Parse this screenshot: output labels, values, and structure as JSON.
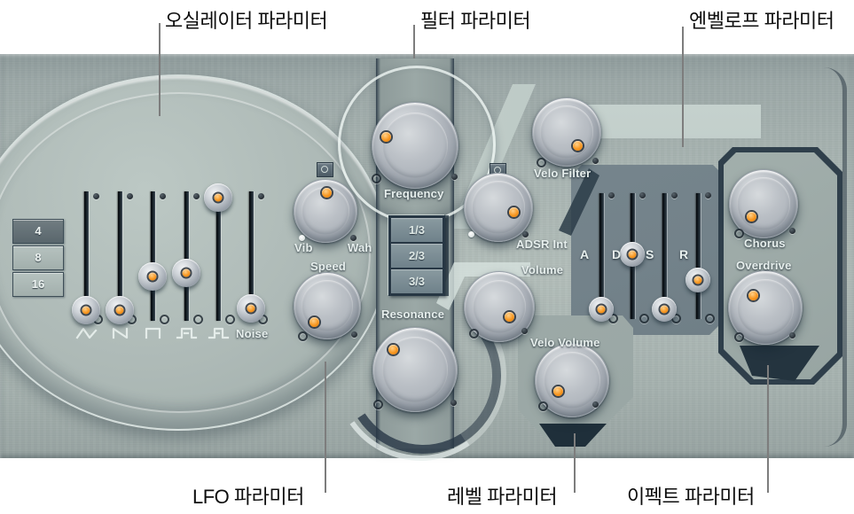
{
  "colors": {
    "led_orange": "#f8961f",
    "panel_gray": "#a9b5b2",
    "shadow_navy": "#2f3f4b",
    "annotation_line": "#7d7d7d"
  },
  "annotations": {
    "top": [
      {
        "label": "오실레이터 파라미터"
      },
      {
        "label": "필터 파라미터"
      },
      {
        "label": "엔벨로프 파라미터"
      }
    ],
    "bottom": [
      {
        "label": "LFO 파라미터"
      },
      {
        "label": "레벨 파라미터"
      },
      {
        "label": "이펙트 파라미터"
      }
    ]
  },
  "oscillator": {
    "octave_buttons": [
      {
        "label": "4",
        "selected": true
      },
      {
        "label": "8",
        "selected": false
      },
      {
        "label": "16",
        "selected": false
      }
    ],
    "wave_sliders": [
      {
        "wave": "triangle"
      },
      {
        "wave": "sawtooth"
      },
      {
        "wave": "square"
      },
      {
        "wave": "pulse-wide"
      },
      {
        "wave": "pulse-narrow"
      },
      {
        "wave": "noise",
        "label": "Noise"
      }
    ]
  },
  "lfo": {
    "vib_label": "Vib",
    "wah_label": "Wah",
    "speed_label": "Speed"
  },
  "filter": {
    "frequency_label": "Frequency",
    "resonance_label": "Resonance",
    "slope_buttons": [
      "1/3",
      "2/3",
      "3/3"
    ],
    "adsr_int_label": "ADSR Int",
    "velo_filter_label": "Velo Filter"
  },
  "envelope": {
    "adsr_labels": [
      "A",
      "D",
      "S",
      "R"
    ]
  },
  "level": {
    "volume_label": "Volume",
    "velo_volume_label": "Velo Volume"
  },
  "effects": {
    "chorus_label": "Chorus",
    "overdrive_label": "Overdrive"
  }
}
